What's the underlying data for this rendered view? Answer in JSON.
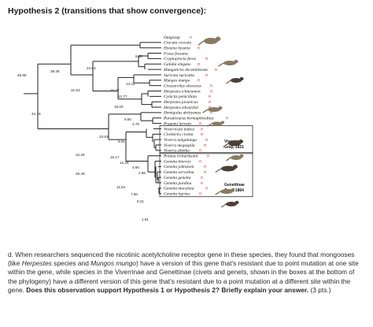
{
  "heading": "Hypothesis 2 (transitions that show convergence):",
  "taxa": [
    "Outgroup",
    "Crocuta crocuta",
    "Hyaena hyaena",
    "Fossa fossana",
    "Cryptoprocta ferox",
    "Galidia elegans",
    "Mungotictis decemlineata",
    "Suricata suricatta",
    "Mungos mungo",
    "Crossarchus obscurus",
    "Herpestes ichneumon",
    "Cynictis penicillata",
    "Herpestes javanicus",
    "Herpestes edwardsii",
    "Hemigalus derbyanus",
    "Paradoxurus hermaphroditus",
    "Paguma larvata",
    "Viverricula indica",
    "Civettictis civetta",
    "Viverra tangalunga",
    "Viverra megaspila",
    "Viverra zibetha",
    "Poiana richardsonii",
    "Genetta thierryi",
    "Genetta johnstoni",
    "Genetta servalina",
    "Genetta genetta",
    "Genetta pardina",
    "Genetta maculata",
    "Genetta tigrina"
  ],
  "node_labels": [
    "9.50",
    "46.96",
    "39.38",
    "24.63",
    "13.42",
    "31.63",
    "15.37",
    "12.77",
    "18.00",
    "44.19",
    "9.50",
    "3.76",
    "23.63",
    "9.51",
    "34.29",
    "16.17",
    "12.28",
    "4.60",
    "2.86",
    "28.49",
    "11.54",
    "7.50",
    "5.21",
    "1.91"
  ],
  "marker_symbol": "R",
  "clades": {
    "viverrinae": [
      "Viverrinae",
      "Gray, 1821"
    ],
    "genettinae": [
      "Genettinae",
      "Gray, 1864"
    ]
  },
  "question": {
    "intro": "d. When researchers sequenced the nicotinic acetylcholine receptor gene in these species, they found that mongooses (like ",
    "herpestes": "Herpestes",
    "mid1": " species and ",
    "mungos": "Mungos mungo",
    "mid2": ") have a version of this gene that's resistant due to point mutation at one site within the gene, while species in the Viverrinae and Genettinae (civets and genets, shown in the boxes at the bottom of the phylogeny) have a different version of this gene that's resistant due to a point mutation at a different site within the gene. ",
    "bold": "Does this observation support Hypothesis 1 or Hypothesis 2? Briefly explain your answer.",
    "points": " (3 pts.)"
  },
  "colors": {
    "tree": "#222222",
    "resistant_marker": "#d2352c",
    "outgroup_marker": "#2a9d4a"
  }
}
